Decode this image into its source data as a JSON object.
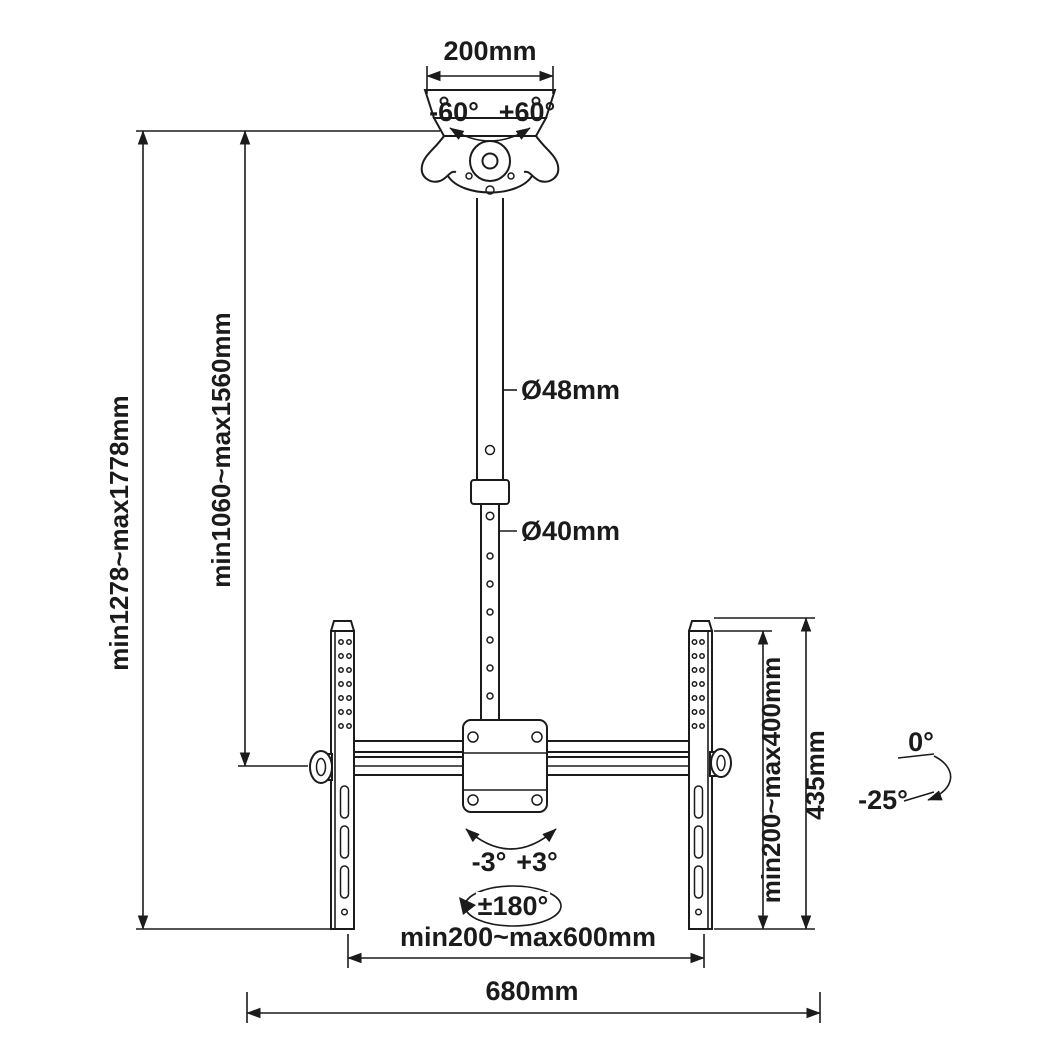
{
  "page": {
    "background": "#ffffff",
    "line_color": "#1b1b1b",
    "subject": "ceiling TV mount technical dimension drawing"
  },
  "labels": {
    "top_width": "200mm",
    "swivel_left": "-60°",
    "swivel_right": "+60°",
    "upper_tube_diameter": "Ø48mm",
    "lower_tube_diameter": "Ø40mm",
    "overall_height_range": "min1278~max1778mm",
    "pole_height_range": "min1060~max1560mm",
    "vesa_height_range": "min200~max400mm",
    "bracket_height": "435mm",
    "tilt_start": "0°",
    "tilt_end": "-25°",
    "level_left": "-3°",
    "level_right": "+3°",
    "swivel_rotation": "±180°",
    "vesa_width_range": "min200~max600mm",
    "overall_width": "680mm"
  }
}
